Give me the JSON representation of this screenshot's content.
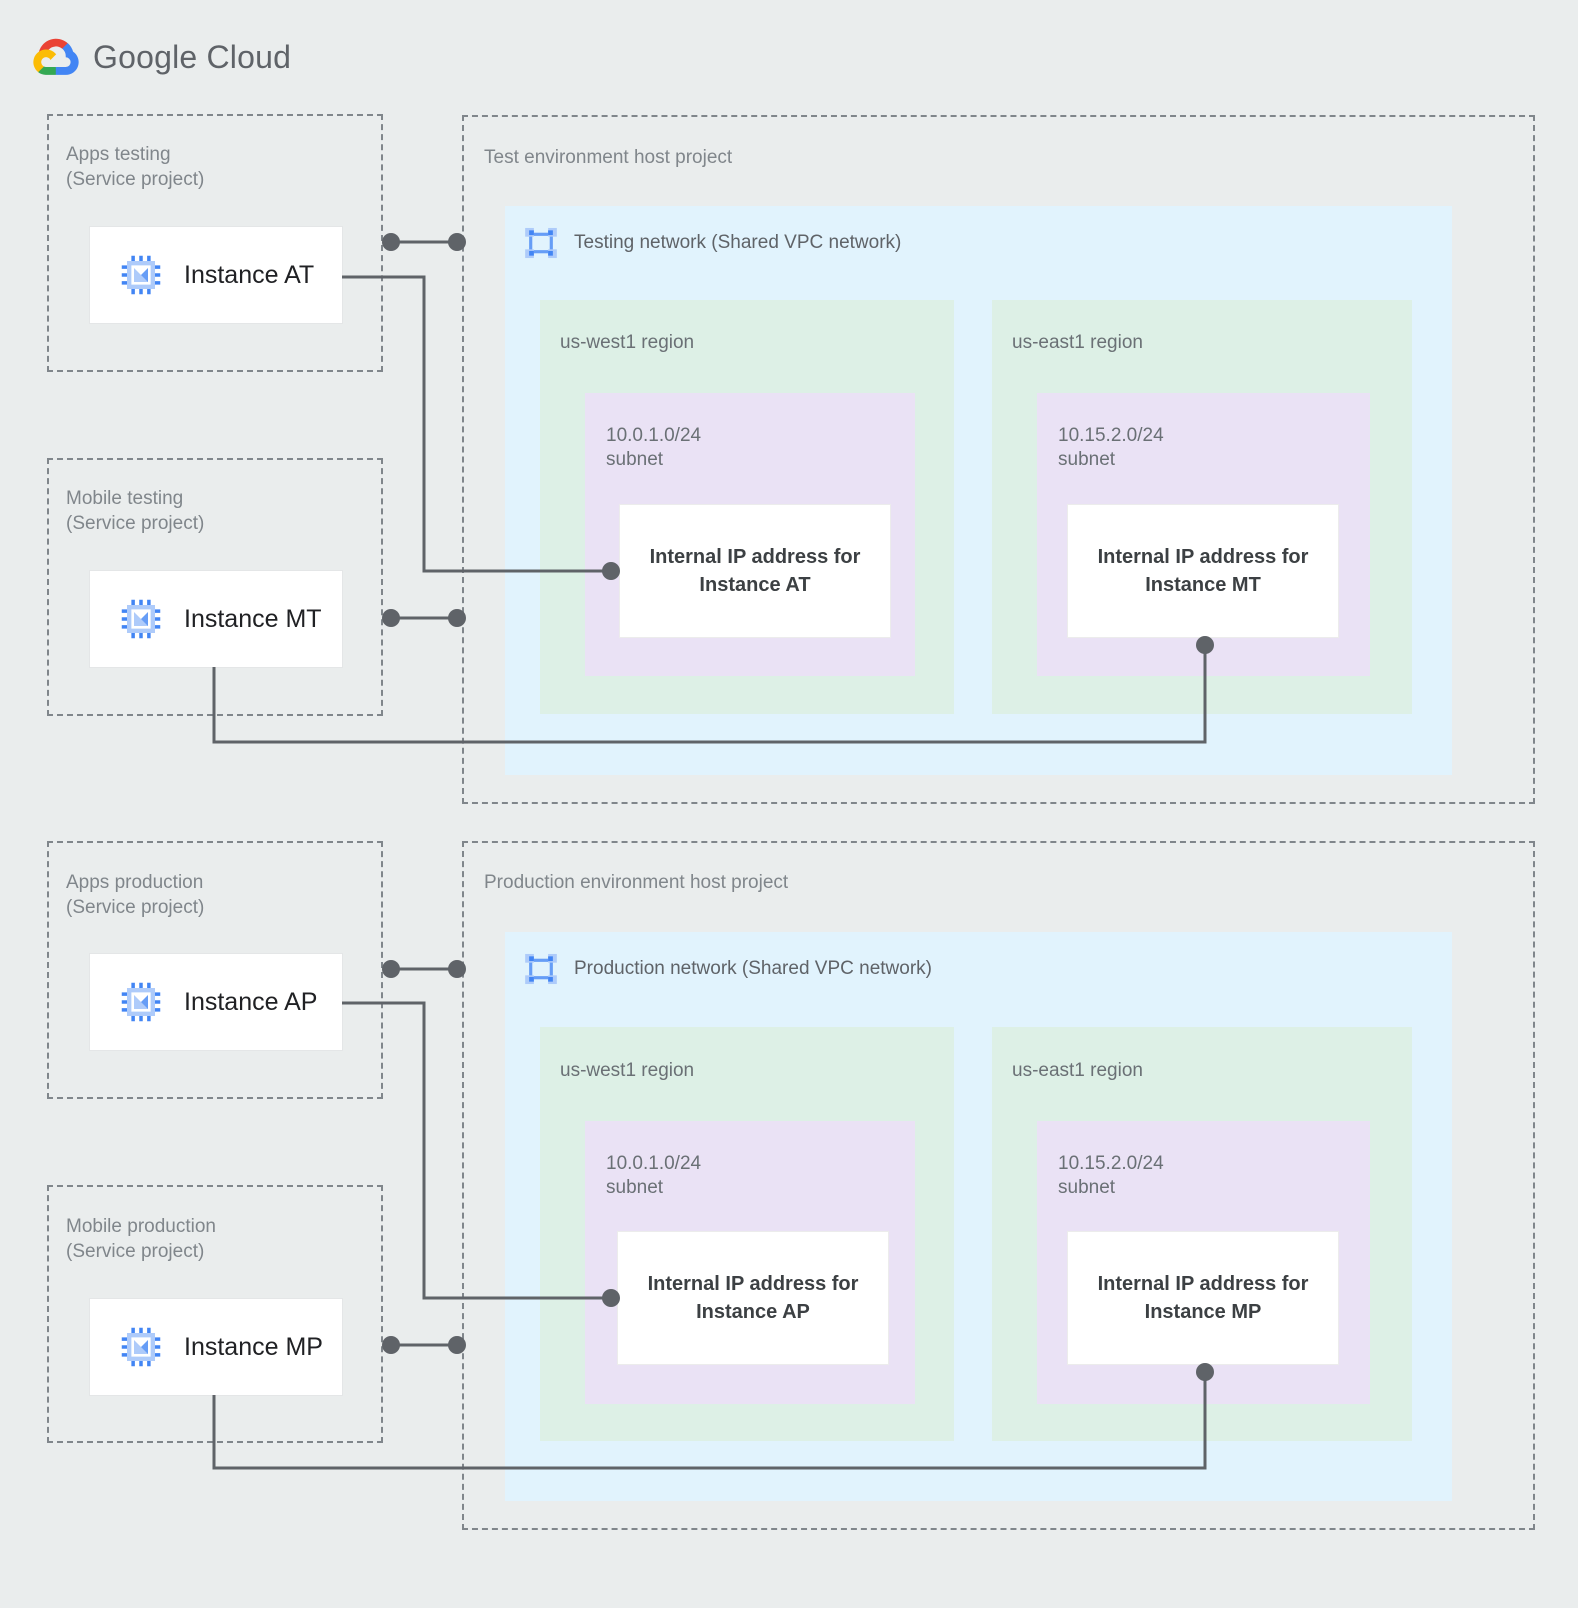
{
  "brand": {
    "name_bold": "Google",
    "name_light": " Cloud",
    "logo_icon": "google-cloud-logo-icon",
    "colors": {
      "page_bg": "#eaeded",
      "vpc_bg": "#e1f3fd",
      "region_bg": "#ddf0e6",
      "subnet_bg": "#eae2f5",
      "card_bg": "#ffffff",
      "connector": "#5f6368",
      "dashed_border": "#80868b",
      "instance_icon": "#4285f4",
      "label_text": "#80868b"
    }
  },
  "service_projects": [
    {
      "id": "apps-testing",
      "label": "Apps testing\n(Service project)",
      "instance": {
        "name": "Instance AT",
        "icon": "instance-chip-icon"
      }
    },
    {
      "id": "mobile-testing",
      "label": "Mobile testing\n(Service project)",
      "instance": {
        "name": "Instance MT",
        "icon": "instance-chip-icon"
      }
    },
    {
      "id": "apps-production",
      "label": "Apps production\n(Service project)",
      "instance": {
        "name": "Instance AP",
        "icon": "instance-chip-icon"
      }
    },
    {
      "id": "mobile-production",
      "label": "Mobile production\n(Service project)",
      "instance": {
        "name": "Instance MP",
        "icon": "instance-chip-icon"
      }
    }
  ],
  "host_projects": [
    {
      "id": "test-env",
      "label": "Test environment host project",
      "network": {
        "label": "Testing network (Shared VPC network)",
        "icon": "vpc-network-icon",
        "regions": [
          {
            "id": "test-us-west1",
            "label": "us-west1 region",
            "subnet": {
              "label": "10.0.1.0/24\nsubnet",
              "ip_card": "Internal IP address for\nInstance AT"
            }
          },
          {
            "id": "test-us-east1",
            "label": "us-east1 region",
            "subnet": {
              "label": "10.15.2.0/24\nsubnet",
              "ip_card": "Internal IP address for\nInstance MT"
            }
          }
        ]
      }
    },
    {
      "id": "prod-env",
      "label": "Production environment host project",
      "network": {
        "label": "Production network (Shared VPC network)",
        "icon": "vpc-network-icon",
        "regions": [
          {
            "id": "prod-us-west1",
            "label": "us-west1 region",
            "subnet": {
              "label": "10.0.1.0/24\nsubnet",
              "ip_card": "Internal IP address for\nInstance AP"
            }
          },
          {
            "id": "prod-us-east1",
            "label": "us-east1 region",
            "subnet": {
              "label": "10.15.2.0/24\nsubnet",
              "ip_card": "Internal IP address for\nInstance MP"
            }
          }
        ]
      }
    }
  ]
}
